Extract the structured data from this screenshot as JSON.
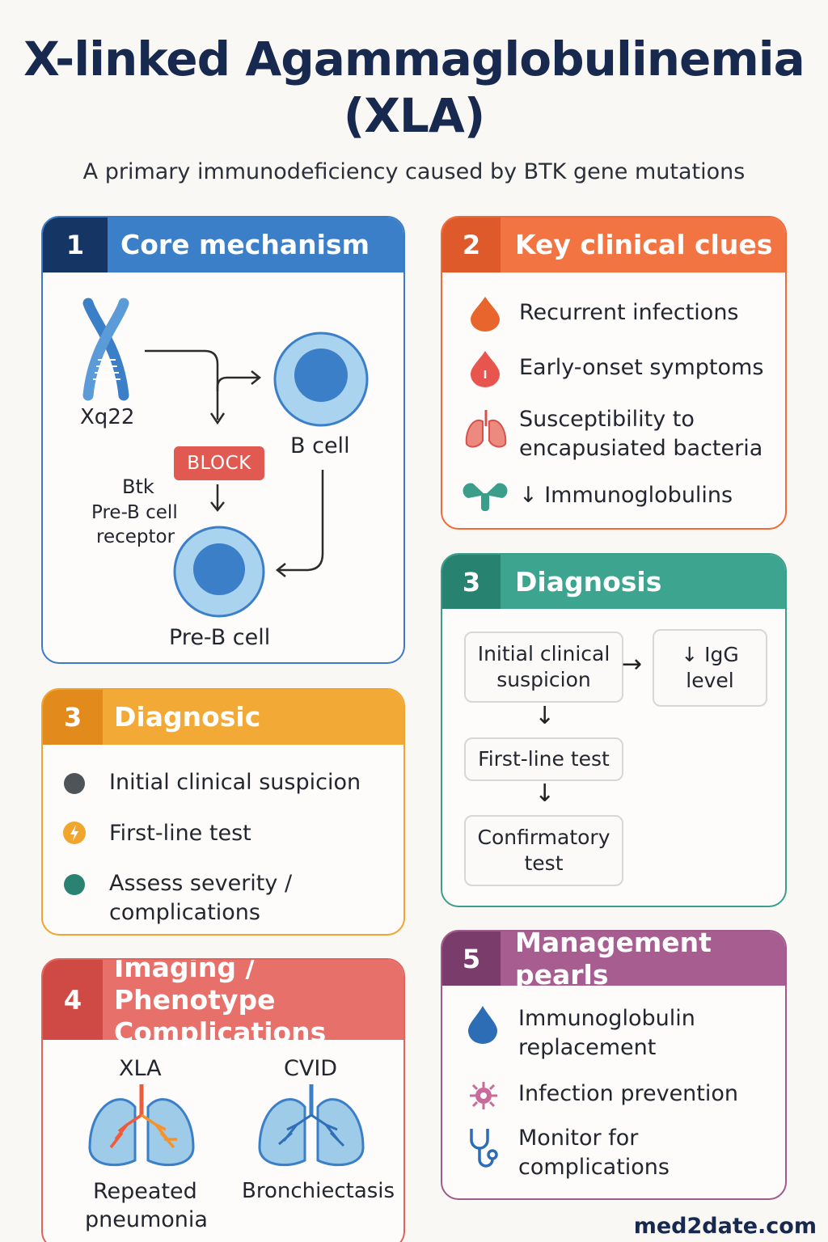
{
  "title_line1": "X-linked Agammaglobulinemia",
  "title_line2": "(XLA)",
  "subtitle": "A primary immunodeficiency caused by BTK gene mutations",
  "card1": {
    "num": "1",
    "title": "Core mechanism",
    "xq22": "Xq22",
    "b_cell": "B cell",
    "block": "BLOCK",
    "btk": "Btk",
    "pre_b_receptor_line1": "Pre-B cell",
    "pre_b_receptor_line2": "receptor",
    "pre_b_cell": "Pre-B cell"
  },
  "card2": {
    "num": "2",
    "title": "Key clinical clues",
    "items": [
      {
        "label": "Recurrent infections",
        "icon": "drop-icon"
      },
      {
        "label": "Early-onset symptoms",
        "icon": "drop-alert-icon"
      },
      {
        "label_line1": "Susceptibility to",
        "label_line2": "encapusiated bacteria",
        "icon": "lungs-icon"
      },
      {
        "label": "↓ Immunoglobulins",
        "icon": "antibody-icon"
      }
    ]
  },
  "card3_diag": {
    "num": "3",
    "title": "Diagnosis",
    "initial_line1": "Initial clinical",
    "initial_line2": "suspicion",
    "igg_line1": "↓ IgG",
    "igg_line2": "level",
    "first_line": "First-line test",
    "confirm_line1": "Confirmatory",
    "confirm_line2": "test"
  },
  "card3_diagnosic": {
    "num": "3",
    "title": "Diagnosic",
    "items": [
      {
        "label": "Initial clinical suspicion"
      },
      {
        "label": "First-line test"
      },
      {
        "label_line1": "Assess severity /",
        "label_line2": "complications"
      }
    ]
  },
  "card4": {
    "num": "4",
    "title_line1": "Imaging / Phenotype",
    "title_line2": "Complications",
    "xla": "XLA",
    "cvid": "CVID",
    "xla_caption_line1": "Repeated",
    "xla_caption_line2": "pneumonia",
    "cvid_caption": "Bronchiectasis"
  },
  "card5": {
    "num": "5",
    "title": "Management pearls",
    "items": [
      {
        "label_line1": "Immunoglobulin",
        "label_line2": "replacement",
        "icon": "drop-icon"
      },
      {
        "label": "Infection prevention",
        "icon": "virus-icon"
      },
      {
        "label_line1": "Monitor for",
        "label_line2": "complications",
        "icon": "stethoscope-icon"
      }
    ]
  },
  "footer": "med2date.com",
  "colors": {
    "blue": "#3a7bc8",
    "orange": "#f06a3a",
    "teal": "#3a9e8a",
    "yellow": "#f0a52e",
    "red": "#e2625c",
    "purple": "#a05a8c"
  }
}
